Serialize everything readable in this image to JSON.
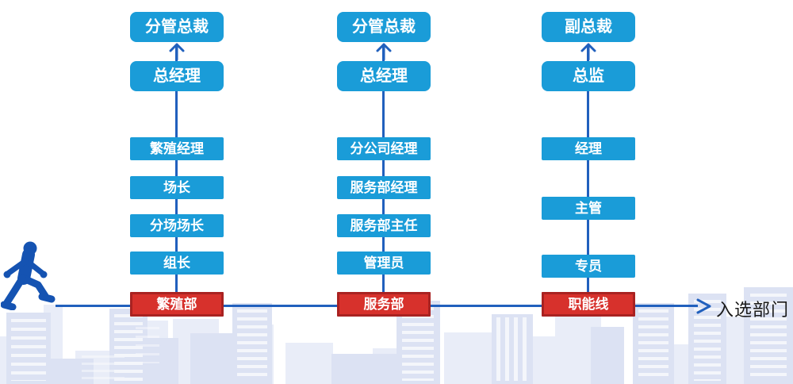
{
  "diagram": {
    "columns": [
      {
        "executive_roles": [
          "分管总裁",
          "总经理"
        ],
        "ladder_roles": [
          "繁殖经理",
          "场长",
          "分场场长",
          "组长"
        ],
        "department": "繁殖部"
      },
      {
        "executive_roles": [
          "分管总裁",
          "总经理"
        ],
        "ladder_roles": [
          "分公司经理",
          "服务部经理",
          "服务部主任",
          "管理员"
        ],
        "department": "服务部"
      },
      {
        "executive_roles": [
          "副总裁",
          "总监"
        ],
        "ladder_roles": [
          "经理",
          "主管",
          "专员"
        ],
        "department": "职能线"
      }
    ],
    "axis": {
      "label": "入选部门"
    },
    "icons": {
      "person": "running-person-icon",
      "up_arrow": "up-arrow-icon",
      "right_arrow": "right-arrow-icon",
      "skyline": "city-skyline-graphic"
    },
    "colors": {
      "role_box_blue": "#1a9cd8",
      "connector_blue": "#2160bd",
      "department_red_fill": "#d7312c",
      "department_red_border": "#a92221",
      "skyline_light_blue": "#dce2f3",
      "skyline_lighter_blue": "#e9edf8",
      "person_blue": "#1553b2",
      "axis_text": "#1a1a1a",
      "box_text": "#ffffff"
    }
  }
}
